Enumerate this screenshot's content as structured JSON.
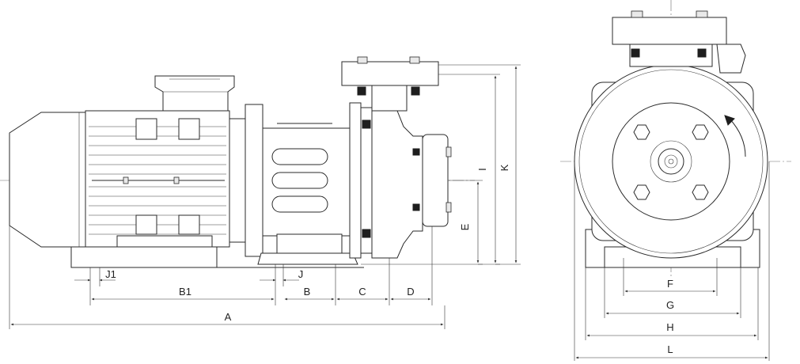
{
  "labels": {
    "A": "A",
    "B": "B",
    "B1": "B1",
    "C": "C",
    "D": "D",
    "E": "E",
    "F": "F",
    "G": "G",
    "H": "H",
    "I": "I",
    "J": "J",
    "J1": "J1",
    "K": "K",
    "L": "L"
  }
}
